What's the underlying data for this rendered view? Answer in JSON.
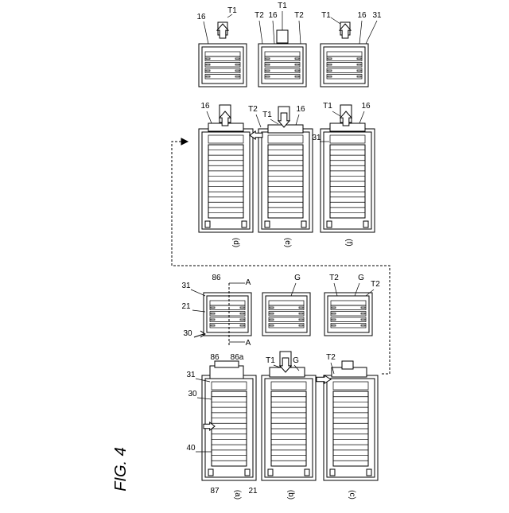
{
  "figure_title": "FIG. 4",
  "subfigure_labels": [
    "(a)",
    "(b)",
    "(c)",
    "(d)",
    "(e)",
    "(f)"
  ],
  "labels": {
    "t1": "T1",
    "t2": "T2",
    "g": "G",
    "a": "A",
    "n16": "16",
    "n21": "21",
    "n30": "30",
    "n31": "31",
    "n40": "40",
    "n86": "86",
    "n86a": "86a",
    "n87": "87"
  }
}
